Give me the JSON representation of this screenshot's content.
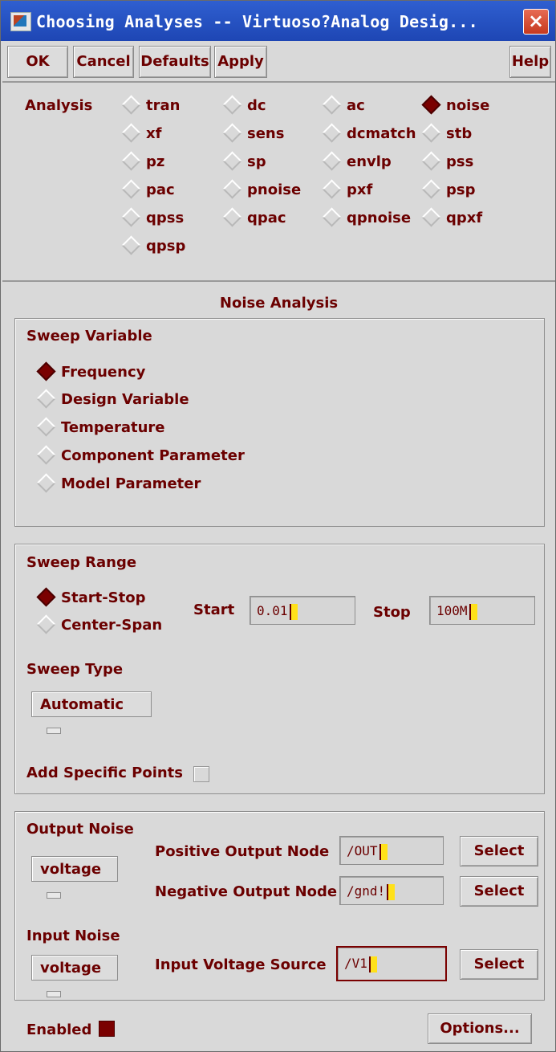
{
  "window": {
    "title": "Choosing Analyses -- Virtuoso?Analog Desig..."
  },
  "toolbar": {
    "ok": "OK",
    "cancel": "Cancel",
    "defaults": "Defaults",
    "apply": "Apply",
    "help": "Help"
  },
  "analysis": {
    "label": "Analysis",
    "selected": "noise",
    "options": [
      "tran",
      "dc",
      "ac",
      "noise",
      "xf",
      "sens",
      "dcmatch",
      "stb",
      "pz",
      "sp",
      "envlp",
      "pss",
      "pac",
      "pnoise",
      "pxf",
      "psp",
      "qpss",
      "qpac",
      "qpnoise",
      "qpxf",
      "qpsp"
    ]
  },
  "panel_title": "Noise Analysis",
  "sweep_variable": {
    "label": "Sweep Variable",
    "selected": "Frequency",
    "options": [
      "Frequency",
      "Design Variable",
      "Temperature",
      "Component Parameter",
      "Model Parameter"
    ]
  },
  "sweep_range": {
    "label": "Sweep Range",
    "selected": "Start-Stop",
    "options": [
      "Start-Stop",
      "Center-Span"
    ],
    "start_label": "Start",
    "start_value": "0.01",
    "stop_label": "Stop",
    "stop_value": "100M"
  },
  "sweep_type": {
    "label": "Sweep Type",
    "value": "Automatic"
  },
  "add_points": {
    "label": "Add Specific Points"
  },
  "output_noise": {
    "label": "Output Noise",
    "value": "voltage",
    "pos_label": "Positive Output Node",
    "pos_value": "/OUT",
    "neg_label": "Negative Output Node",
    "neg_value": "/gnd!"
  },
  "input_noise": {
    "label": "Input Noise",
    "value": "voltage",
    "src_label": "Input Voltage Source",
    "src_value": "/V1"
  },
  "select_label": "Select",
  "footer": {
    "enabled_label": "Enabled",
    "options_label": "Options..."
  }
}
